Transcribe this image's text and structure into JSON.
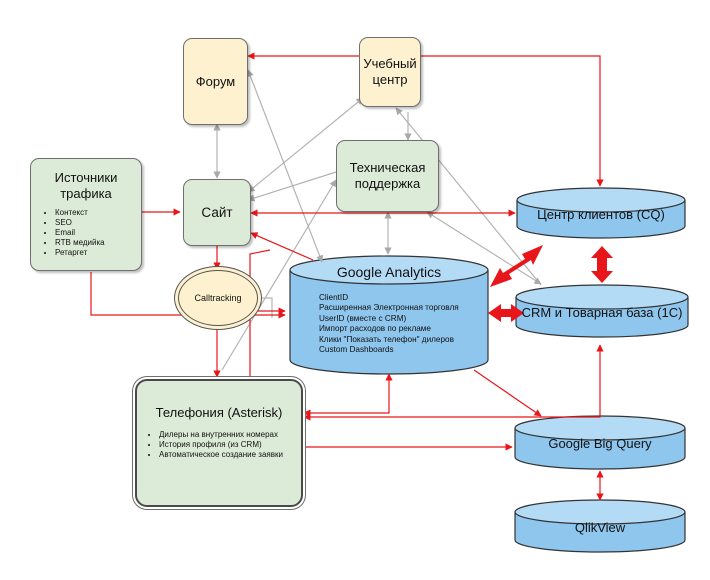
{
  "nodes": {
    "forum": {
      "label": "Форум"
    },
    "training": {
      "label": "Учебный центр"
    },
    "tech_support": {
      "label": "Техническая поддержка"
    },
    "site": {
      "label": "Сайт"
    },
    "traffic": {
      "title": "Источники трафика",
      "items": [
        "Контекст",
        "SEO",
        "Email",
        "RTB медийка",
        "Ретаргет"
      ]
    },
    "calltracking": {
      "label": "Calltracking"
    },
    "ga": {
      "title": "Google Analytics",
      "items": [
        "ClientID",
        "Расширенная Электронная торговля",
        "UserID (вместе с CRM)",
        "Импорт расходов по рекламе",
        "Клики \"Показать телефон\" дилеров",
        "Custom Dashboards"
      ]
    },
    "telephony": {
      "title": "Телефония (Asterisk)",
      "items": [
        "Дилеры на внутренних номерах",
        "История профиля (из CRM)",
        "Автоматическое создание заявки"
      ]
    },
    "cq": {
      "label": "Центр клиентов (CQ)"
    },
    "crm": {
      "label": "CRM и Товарная база (1С)"
    },
    "bq": {
      "label": "Google Big Query"
    },
    "qlik": {
      "label": "QlikView"
    }
  },
  "colors": {
    "red_arrow": "#e8161a",
    "gray_arrow": "#b3b3b3",
    "cylinder_fill": "#8ec6ee",
    "cylinder_top": "#b4dbf6",
    "yellow_box": "#fdf1cf",
    "green_box": "#dcebd7"
  }
}
